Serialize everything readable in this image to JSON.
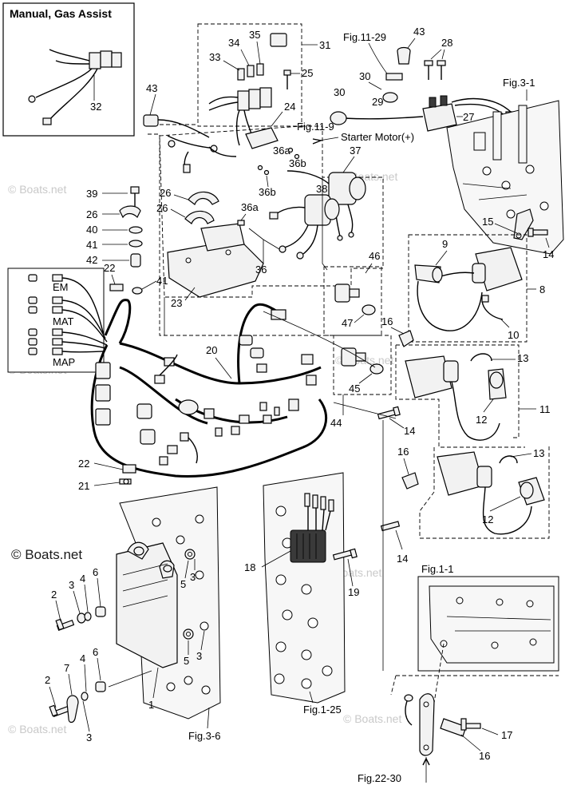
{
  "inset": {
    "title": "Manual, Gas Assist",
    "part": "32"
  },
  "sensors": {
    "em": "EM",
    "mat": "MAT",
    "map": "MAP"
  },
  "refs": {
    "fig_11_29": "Fig.11-29",
    "fig_11_9": "Fig.11-9",
    "starter": "Starter Motor(+)",
    "fig_3_1": "Fig.3-1",
    "fig_1_1": "Fig.1-1",
    "fig_1_25": "Fig.1-25",
    "fig_3_6": "Fig.3-6",
    "fig_22_30": "Fig.22-30"
  },
  "labels": {
    "l1": "1",
    "l2a": "2",
    "l2b": "2",
    "l3a": "3",
    "l3b": "3",
    "l3c": "3",
    "l3d": "3",
    "l4a": "4",
    "l4b": "4",
    "l5a": "5",
    "l5b": "5",
    "l6a": "6",
    "l6b": "6",
    "l7": "7",
    "l8": "8",
    "l9": "9",
    "l10": "10",
    "l11": "11",
    "l12a": "12",
    "l12b": "12",
    "l13a": "13",
    "l13b": "13",
    "l14a": "14",
    "l14b": "14",
    "l14c": "14",
    "l15": "15",
    "l16a": "16",
    "l16b": "16",
    "l16c": "16",
    "l17": "17",
    "l18": "18",
    "l19": "19",
    "l20": "20",
    "l21": "21",
    "l22a": "22",
    "l22b": "22",
    "l23": "23",
    "l24": "24",
    "l25": "25",
    "l26a": "26",
    "l26b": "26",
    "l26c": "26",
    "l27": "27",
    "l28": "28",
    "l29": "29",
    "l30a": "30",
    "l30b": "30",
    "l31": "31",
    "l33": "33",
    "l34": "34",
    "l35": "35",
    "l36": "36",
    "l36a1": "36a",
    "l36a2": "36a",
    "l36b1": "36b",
    "l36b2": "36b",
    "l37": "37",
    "l38": "38",
    "l39": "39",
    "l40": "40",
    "l41a": "41",
    "l41b": "41",
    "l42": "42",
    "l43a": "43",
    "l43b": "43",
    "l44": "44",
    "l45": "45",
    "l46": "46",
    "l47": "47"
  },
  "watermark": "© Boats.net"
}
